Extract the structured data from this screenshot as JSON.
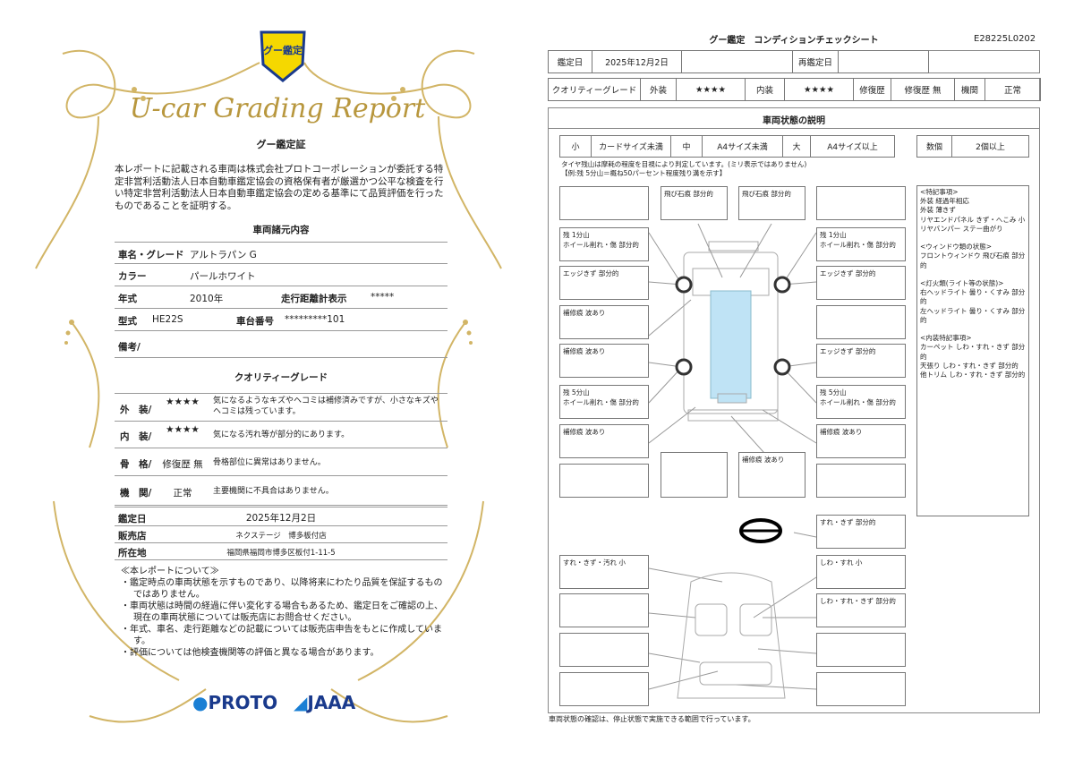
{
  "certificate": {
    "logo_text": "グー鑑定",
    "title": "U-car Grading Report",
    "heading": "グー鑑定証",
    "statement": "本レポートに記載される車両は株式会社プロトコーポレーションが委託する特定非営利活動法人日本自動車鑑定協会の資格保有者が厳選かつ公平な検査を行い特定非営利活動法人日本自動車鑑定協会の定める基準にて品質評価を行ったものであることを証明する。",
    "specs_heading": "車両諸元内容",
    "specs": {
      "name_label": "車名・グレード",
      "name": "アルトラパン G",
      "color_label": "カラー",
      "color": "パールホワイト",
      "year_label": "年式",
      "year": "2010年",
      "mileage_label": "走行距離計表示",
      "mileage": "*****",
      "model_label": "型式",
      "model": "HE22S",
      "chassis_label": "車台番号",
      "chassis": "*********101",
      "remarks_label": "備考/"
    },
    "grade_heading": "クオリティーグレード",
    "grades": [
      {
        "label": "外　装/",
        "value": "★★★★",
        "desc": "気になるようなキズやヘコミは補修済みですが、小さなキズやヘコミは残っています。"
      },
      {
        "label": "内　装/",
        "value": "★★★★",
        "desc": "気になる汚れ等が部分的にあります。"
      },
      {
        "label": "骨　格/",
        "value": "修復歴 無",
        "desc": "骨格部位に異常はありません。"
      },
      {
        "label": "機　関/",
        "value": "正常",
        "desc": "主要機関に不具合はありません。"
      }
    ],
    "date_label": "鑑定日",
    "date": "2025年12月2日",
    "dealer_label": "販売店",
    "dealer": "ネクステージ　博多板付店",
    "address_label": "所在地",
    "address": "福岡県福岡市博多区板付1-11-5",
    "notes_heading": "≪本レポートについて≫",
    "notes": [
      "・鑑定時点の車両状態を示すものであり、以降将来にわたり品質を保証するものではありません。",
      "・車両状態は時間の経過に伴い変化する場合もあるため、鑑定日をご確認の上、現在の車両状態については販売店にお問合せください。",
      "・年式、車名、走行距離などの記載については販売店申告をもとに作成しています。",
      "・評価については他検査機関等の評価と異なる場合があります。"
    ],
    "brands": [
      "PROTO",
      "JAAA"
    ]
  },
  "sheet": {
    "title": "グー鑑定　コンディションチェックシート",
    "code": "E28225L0202",
    "date_label": "鑑定日",
    "date": "2025年12月2日",
    "redate_label": "再鑑定日",
    "grade_row": [
      "クオリティーグレード",
      "外装",
      "★★★★",
      "内装",
      "★★★★",
      "修復歴",
      "修復歴 無",
      "機関",
      "正常"
    ],
    "desc_heading": "車両状態の説明",
    "size_legend": [
      "小",
      "カードサイズ未満",
      "中",
      "A4サイズ未満",
      "大",
      "A4サイズ以上"
    ],
    "count_legend": [
      "数個",
      "2個以上"
    ],
    "tire_note": "タイヤ残山は摩耗の程度を目視により判定しています。(ミリ表示ではありません)",
    "tire_example": "【例:残 5分山＝概ね50パーセント程度残り溝を示す】",
    "exterior_left": [
      "",
      "残 1分山\nホイール削れ・傷 部分的",
      "エッジきず 部分的",
      "補修痕 波あり",
      "補修痕 波あり",
      "残 5分山\nホイール削れ・傷 部分的",
      "補修痕 波あり",
      ""
    ],
    "exterior_right": [
      "",
      "残 1分山\nホイール削れ・傷 部分的",
      "エッジきず 部分的",
      "",
      "エッジきず 部分的",
      "残 5分山\nホイール削れ・傷 部分的",
      "補修痕 波あり",
      ""
    ],
    "exterior_top": [
      "飛び石痕 部分的",
      "飛び石痕 部分的"
    ],
    "exterior_bottom": [
      "",
      "補修痕 波あり"
    ],
    "interior_left": [
      "すれ・きず・汚れ 小",
      "",
      "",
      ""
    ],
    "interior_right": [
      "すれ・きず 部分的",
      "しわ・すれ 小",
      "しわ・すれ・きず 部分的",
      "",
      ""
    ],
    "special_notes": "<特記事項>\n外装 経過年相応\n外装 薄きず\nリヤエンドパネル きず・へこみ 小\nリヤバンパー ステー曲がり\n\n<ウィンドウ類の状態>\nフロントウィンドウ 飛び石痕 部分的\n\n<灯火類(ライト等の状態)>\n右ヘッドライト 曇り・くすみ 部分的\n左ヘッドライト 曇り・くすみ 部分的\n\n<内装特記事項>\nカーペット しわ・すれ・きず 部分的\n天張り しわ・すれ・きず 部分的\n他トリム しわ・すれ・きず 部分的",
    "footer": "車両状態の確認は、停止状態で実施できる範囲で行っています。"
  },
  "colors": {
    "gold": "#c9a84c",
    "navy": "#1a3a8c",
    "glass": "#bfe3f5"
  }
}
